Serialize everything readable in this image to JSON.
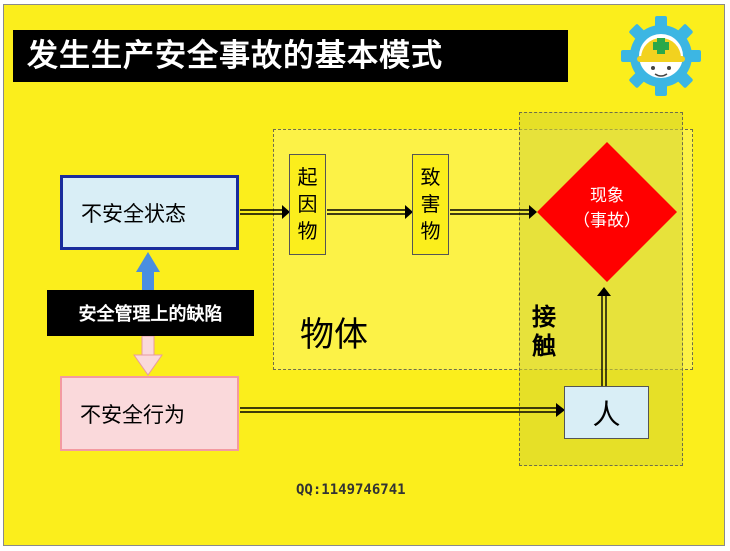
{
  "title": "发生生产安全事故的基本模式",
  "boxes": {
    "unsafe_state": "不安全状态",
    "unsafe_act": "不安全行为",
    "management_defect": "安全管理上的缺陷",
    "starter": [
      "起",
      "因",
      "物"
    ],
    "harm": [
      "致",
      "害",
      "物"
    ],
    "person": "人",
    "phenomenon": "现象",
    "accident": "（事故）"
  },
  "labels": {
    "object": "物体",
    "contact": [
      "接",
      "触"
    ]
  },
  "footer": {
    "qq": "QQ:1149746741"
  },
  "colors": {
    "background": "#fbee1c",
    "diamond": "#ff0000",
    "up_arrow": "#4a8ee0",
    "down_arrow": "#fad9db"
  },
  "icons": {
    "logo": "safety-helmet-gear-icon"
  }
}
